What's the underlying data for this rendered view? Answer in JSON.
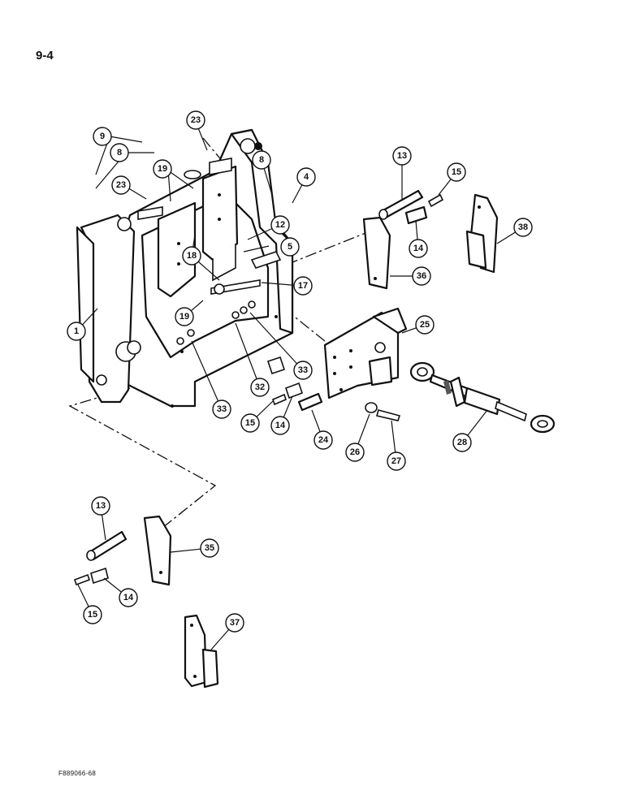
{
  "page_number": "9-4",
  "drawing_code": "F889066-68",
  "callouts": [
    "1",
    "4",
    "5",
    "8",
    "8",
    "9",
    "12",
    "13",
    "13",
    "14",
    "14",
    "14",
    "15",
    "15",
    "15",
    "17",
    "18",
    "19",
    "19",
    "23",
    "23",
    "24",
    "25",
    "26",
    "27",
    "28",
    "32",
    "33",
    "33",
    "35",
    "36",
    "37",
    "38"
  ]
}
